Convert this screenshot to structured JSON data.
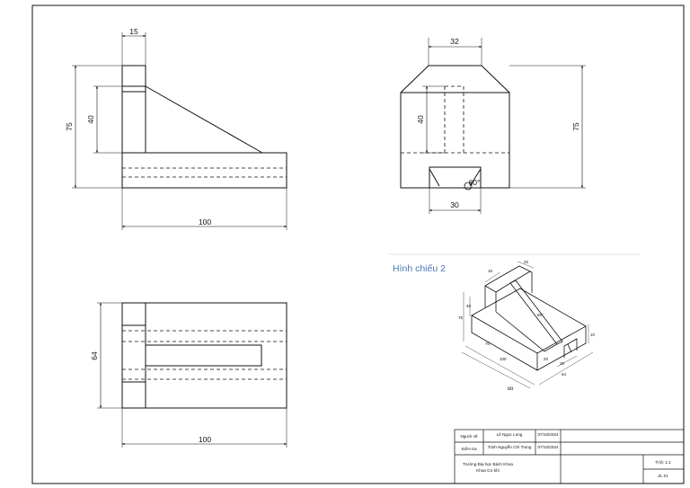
{
  "front_view": {
    "dim_top": "15",
    "dim_height": "75",
    "dim_inner": "40",
    "dim_width": "100"
  },
  "side_view": {
    "dim_top": "32",
    "dim_inner": "40",
    "dim_height": "75",
    "dim_bottom": "30",
    "dim_angle": "60°"
  },
  "top_view": {
    "dim_depth": "64",
    "dim_width": "100"
  },
  "iso_view": {
    "title": "Hình chiếu 2",
    "caption": "oo",
    "dims": [
      "15",
      "32",
      "40",
      "75",
      "100",
      "64",
      "30",
      "60°",
      "10",
      "70",
      "20"
    ]
  },
  "title_block": {
    "drawn_label": "Người vẽ",
    "drawn_name": "Lê Ngọc Long",
    "drawn_date": "07/10/2024",
    "checked_label": "Kiểm tra",
    "checked_name": "Trịnh Nguyễn Chí Trung",
    "checked_date": "07/10/2024",
    "school": "Trường Đại học Bách Khoa",
    "faculty": "Khoa Cơ khí",
    "scale": "Tỉ lệ: 1:1",
    "sheet_no": "ZL 01"
  }
}
